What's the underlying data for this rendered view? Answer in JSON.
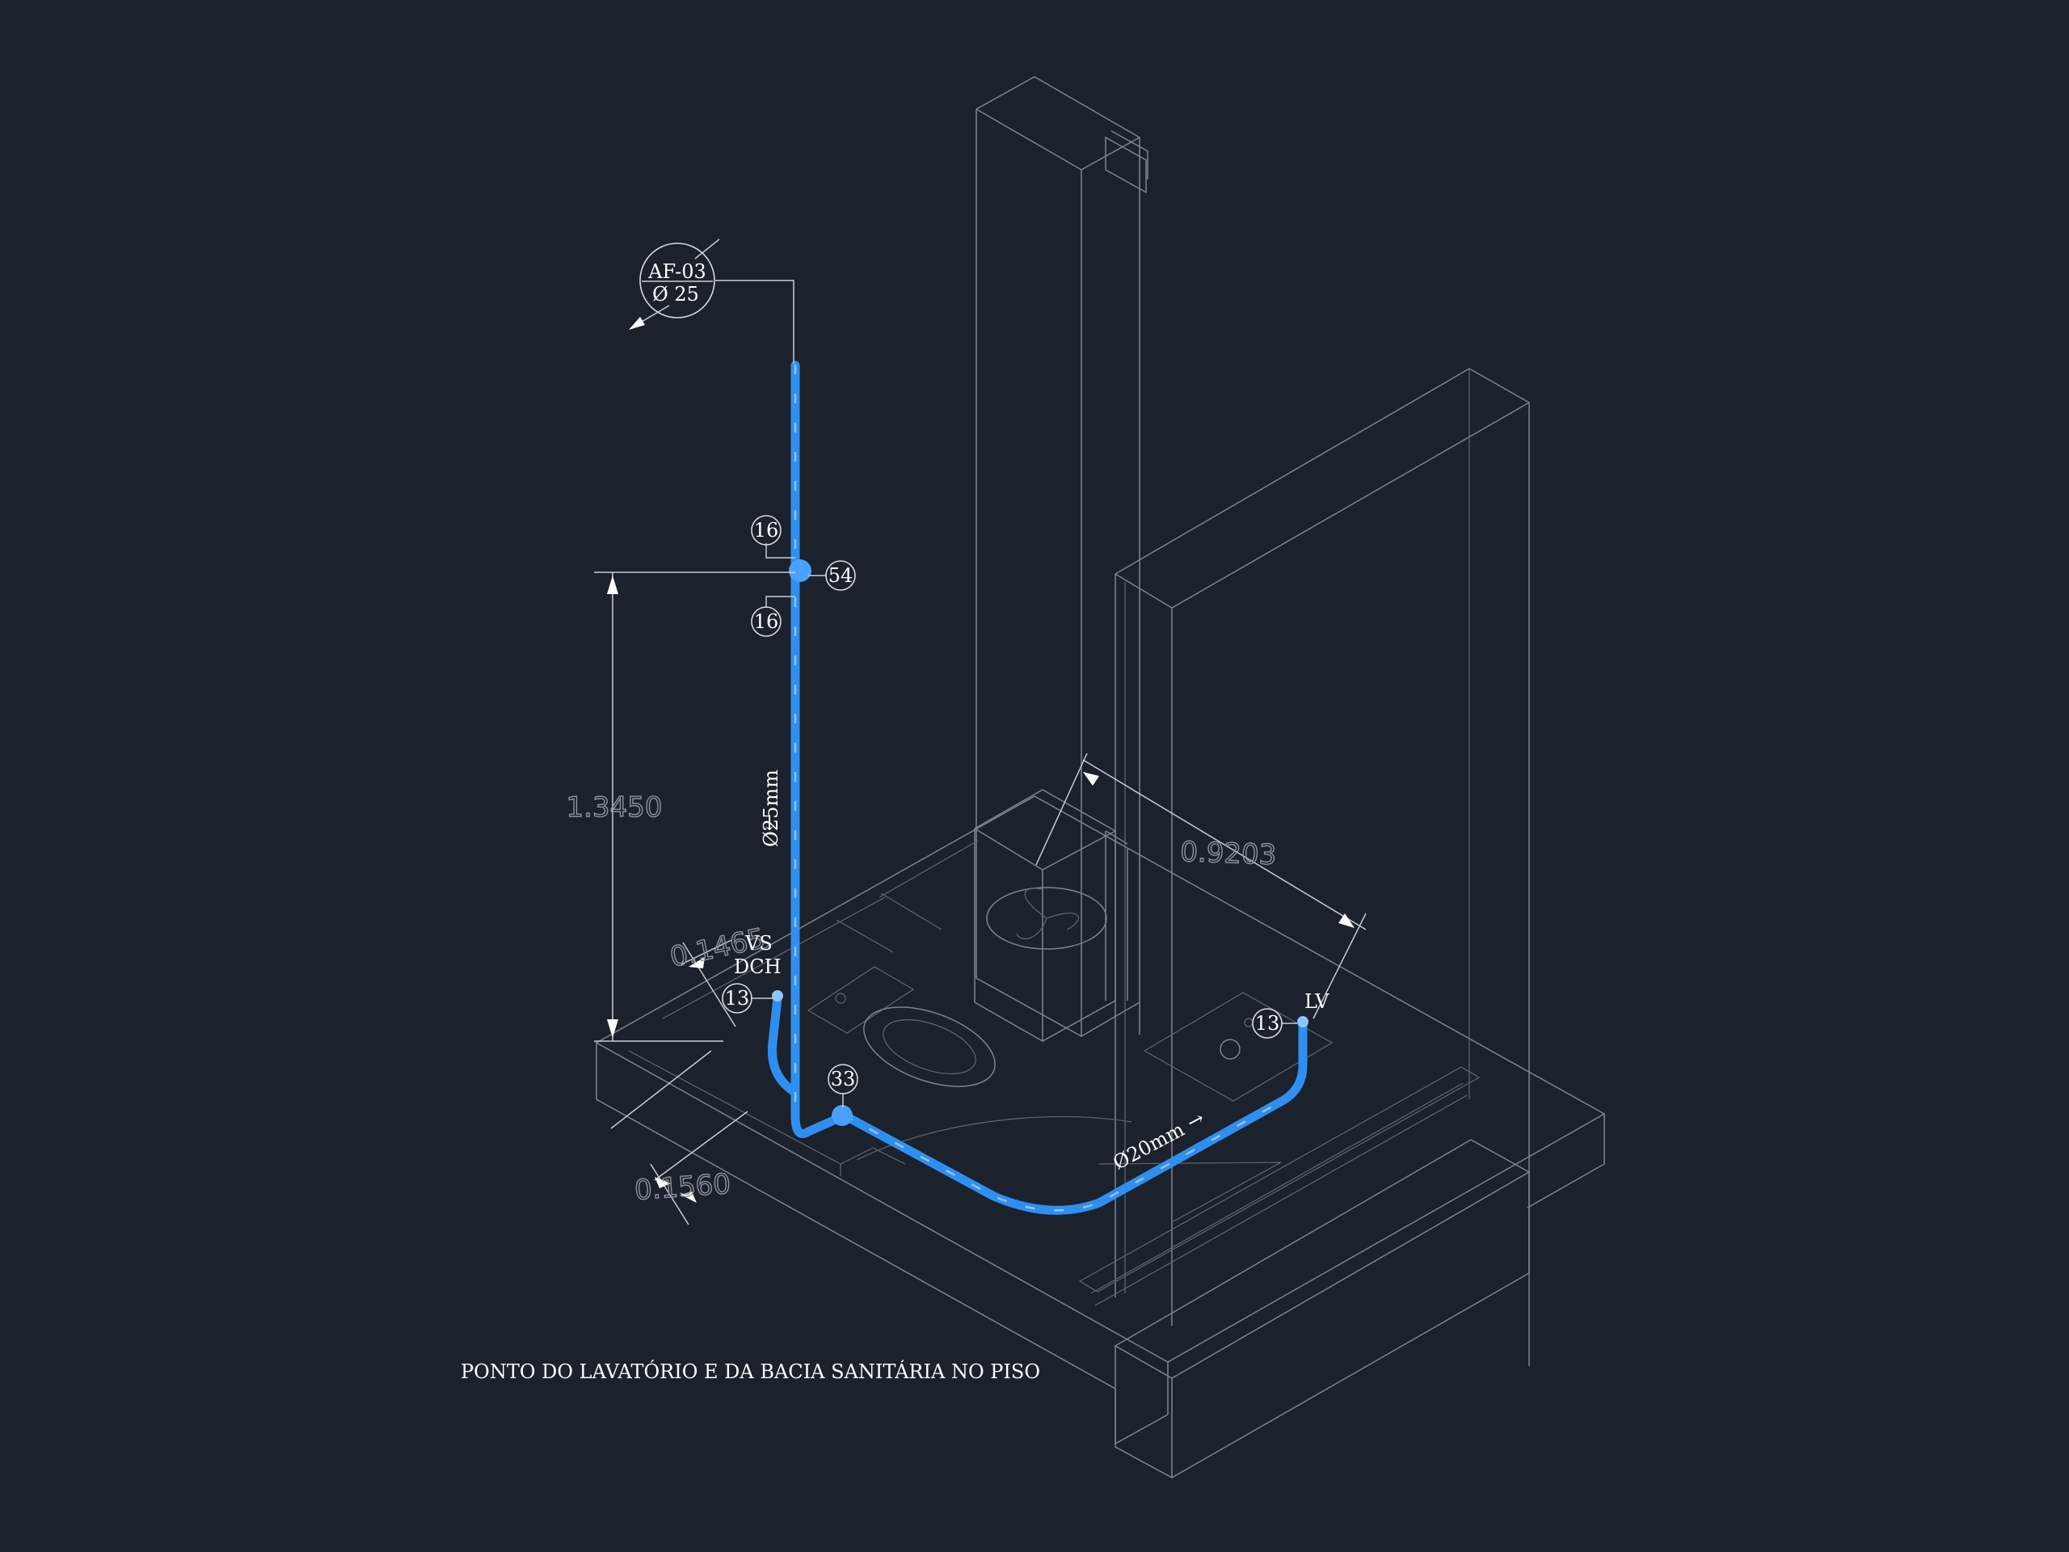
{
  "tag": {
    "code": "AF-03",
    "diameter": "Ø 25"
  },
  "pipes": {
    "vertical_diameter": "Ø25mm",
    "horizontal_diameter": "Ø20mm",
    "vertical_arrow": "←",
    "horizontal_arrow": "→"
  },
  "markers": {
    "m16_top": "16",
    "m54": "54",
    "m16_bottom": "16",
    "m13_left": "13",
    "m33": "33",
    "m13_right": "13"
  },
  "labels": {
    "vs": "VS",
    "dch": "DCH",
    "lv": "LV"
  },
  "dimensions": {
    "height": "1.3450",
    "span": "0.9203",
    "offset_top": "0.1465",
    "offset_bottom": "0.1560"
  },
  "caption": "PONTO DO LAVATÓRIO E DA BACIA SANITÁRIA NO PISO",
  "colors": {
    "background": "#1b222c",
    "pipe": "#2f8ff0",
    "geometry": "#7c848f",
    "label": "#ffffff"
  }
}
